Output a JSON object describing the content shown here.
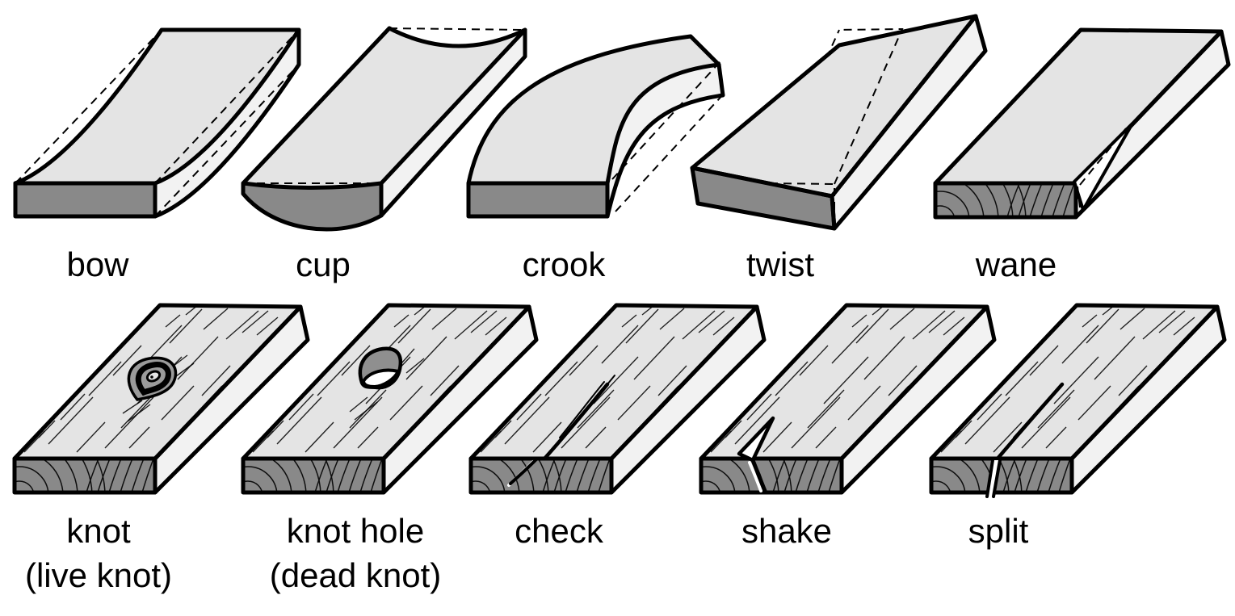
{
  "diagram": {
    "background": "#ffffff",
    "colors": {
      "board_top": "#e4e4e4",
      "board_side": "#f2f2f2",
      "board_end": "#898989",
      "knot_fill": "#9a9a9a",
      "knot_hole_fill": "#8f8f8f",
      "outline": "#000000",
      "label_text": "#000000"
    },
    "rows": [
      {
        "defects": [
          {
            "id": "bow",
            "label": "bow",
            "sublabel": ""
          },
          {
            "id": "cup",
            "label": "cup",
            "sublabel": ""
          },
          {
            "id": "crook",
            "label": "crook",
            "sublabel": ""
          },
          {
            "id": "twist",
            "label": "twist",
            "sublabel": ""
          },
          {
            "id": "wane",
            "label": "wane",
            "sublabel": ""
          }
        ]
      },
      {
        "defects": [
          {
            "id": "knot",
            "label": "knot",
            "sublabel": "(live knot)"
          },
          {
            "id": "knot-hole",
            "label": "knot hole",
            "sublabel": "(dead knot)"
          },
          {
            "id": "check",
            "label": "check",
            "sublabel": ""
          },
          {
            "id": "shake",
            "label": "shake",
            "sublabel": ""
          },
          {
            "id": "split",
            "label": "split",
            "sublabel": ""
          }
        ]
      }
    ]
  }
}
